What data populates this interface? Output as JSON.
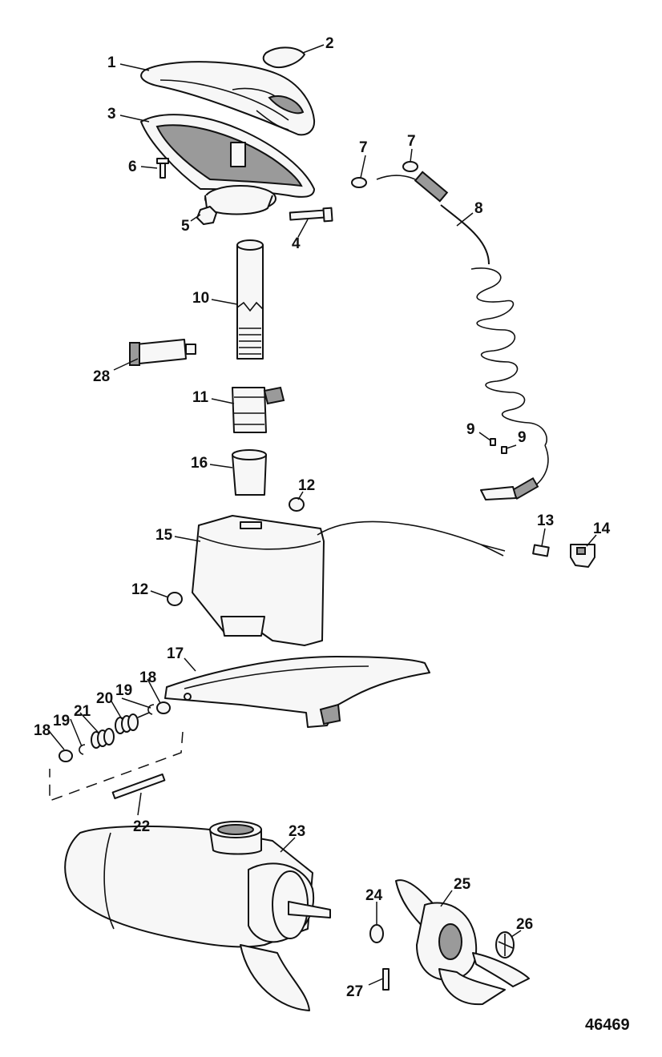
{
  "figure_id": "46469",
  "callouts": [
    "1",
    "2",
    "3",
    "4",
    "5",
    "6",
    "7",
    "7",
    "8",
    "9",
    "9",
    "10",
    "11",
    "12",
    "12",
    "13",
    "14",
    "15",
    "16",
    "17",
    "18",
    "18",
    "19",
    "19",
    "20",
    "21",
    "22",
    "23",
    "24",
    "25",
    "26",
    "27",
    "28"
  ]
}
